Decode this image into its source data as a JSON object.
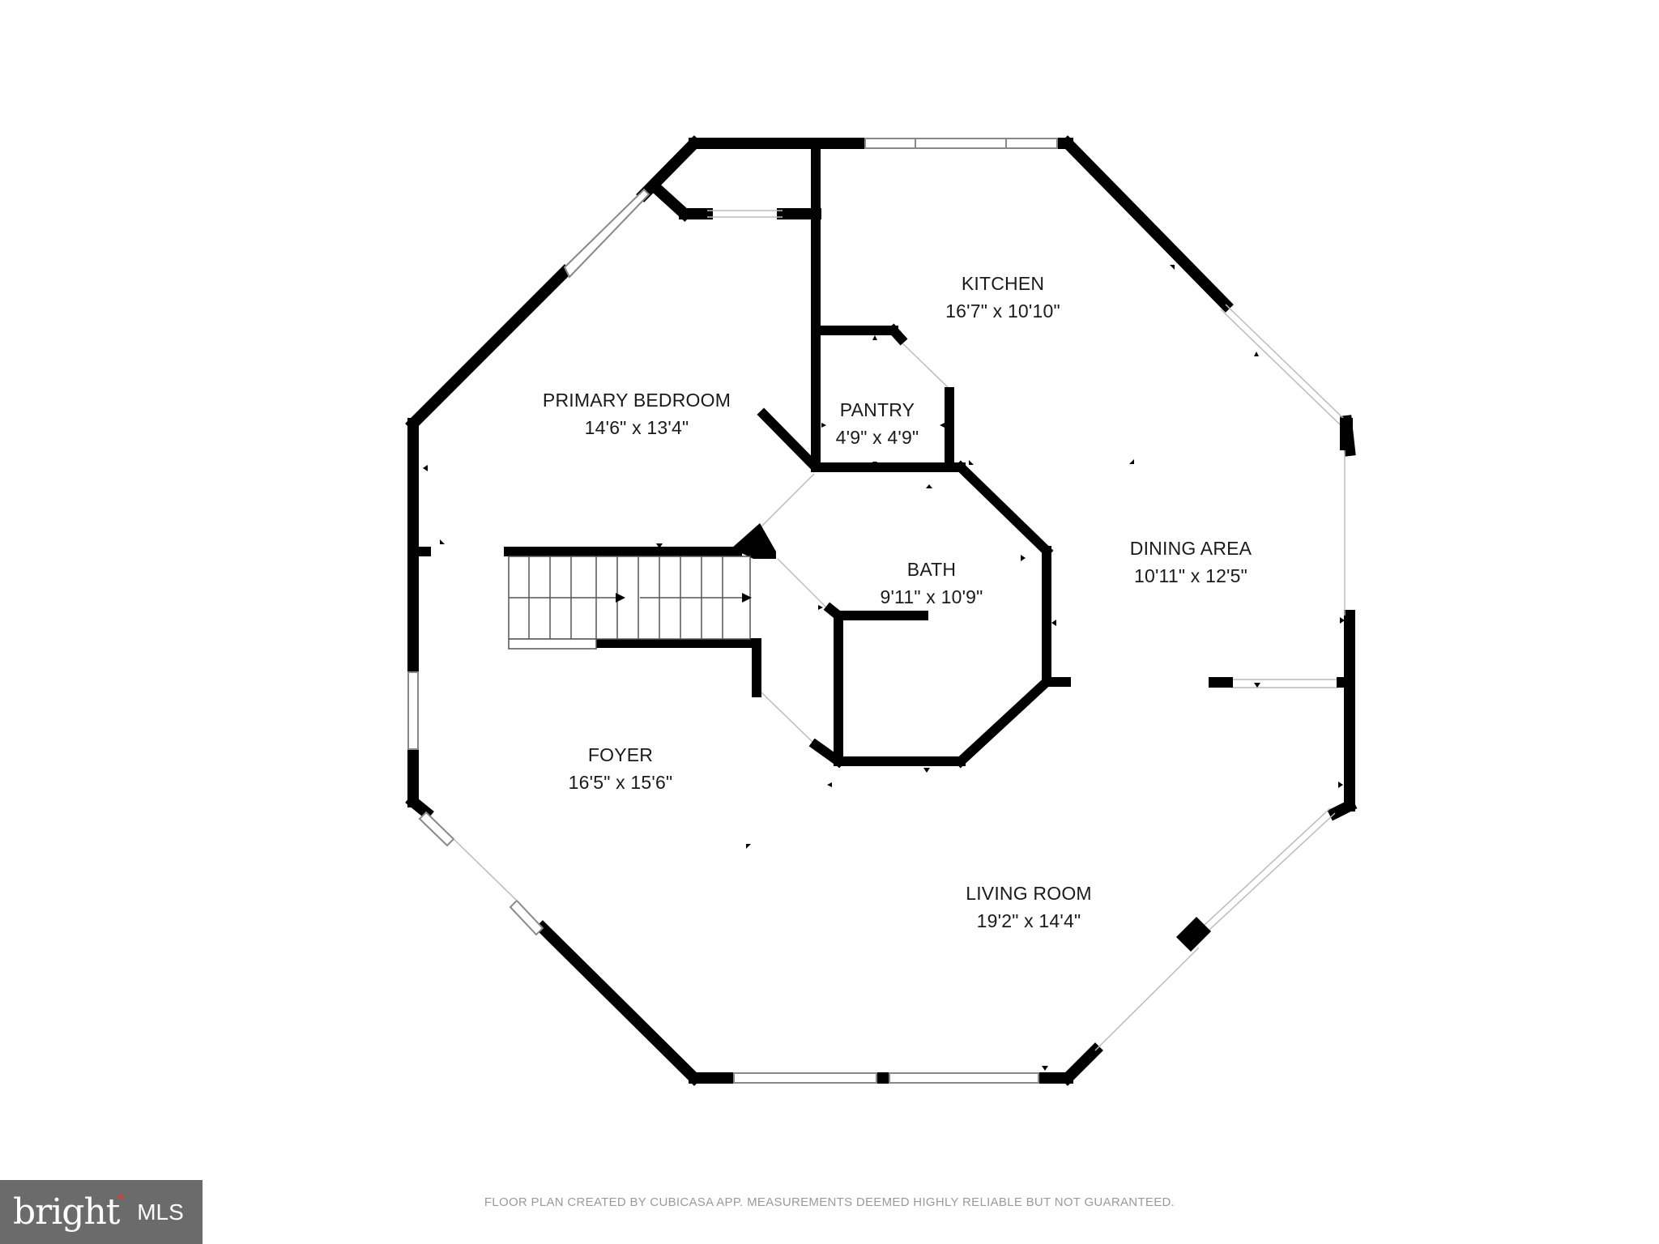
{
  "rooms": [
    {
      "name": "KITCHEN",
      "dims": "16'7\" x 10'10\""
    },
    {
      "name": "PRIMARY BEDROOM",
      "dims": "14'6\" x 13'4\""
    },
    {
      "name": "PANTRY",
      "dims": "4'9\" x 4'9\""
    },
    {
      "name": "BATH",
      "dims": "9'11\" x 10'9\""
    },
    {
      "name": "DINING AREA",
      "dims": "10'11\" x 12'5\""
    },
    {
      "name": "FOYER",
      "dims": "16'5\" x 15'6\""
    },
    {
      "name": "LIVING ROOM",
      "dims": "19'2\" x 14'4\""
    }
  ],
  "footer": {
    "note": "FLOOR PLAN CREATED BY CUBICASA APP. MEASUREMENTS DEEMED HIGHLY RELIABLE BUT NOT GUARANTEED."
  },
  "brand": {
    "word": "bright",
    "suffix": "MLS",
    "star_color": "#e23b3b"
  },
  "colors": {
    "wall": "#000000",
    "window": "#888888",
    "background": "#ffffff"
  }
}
